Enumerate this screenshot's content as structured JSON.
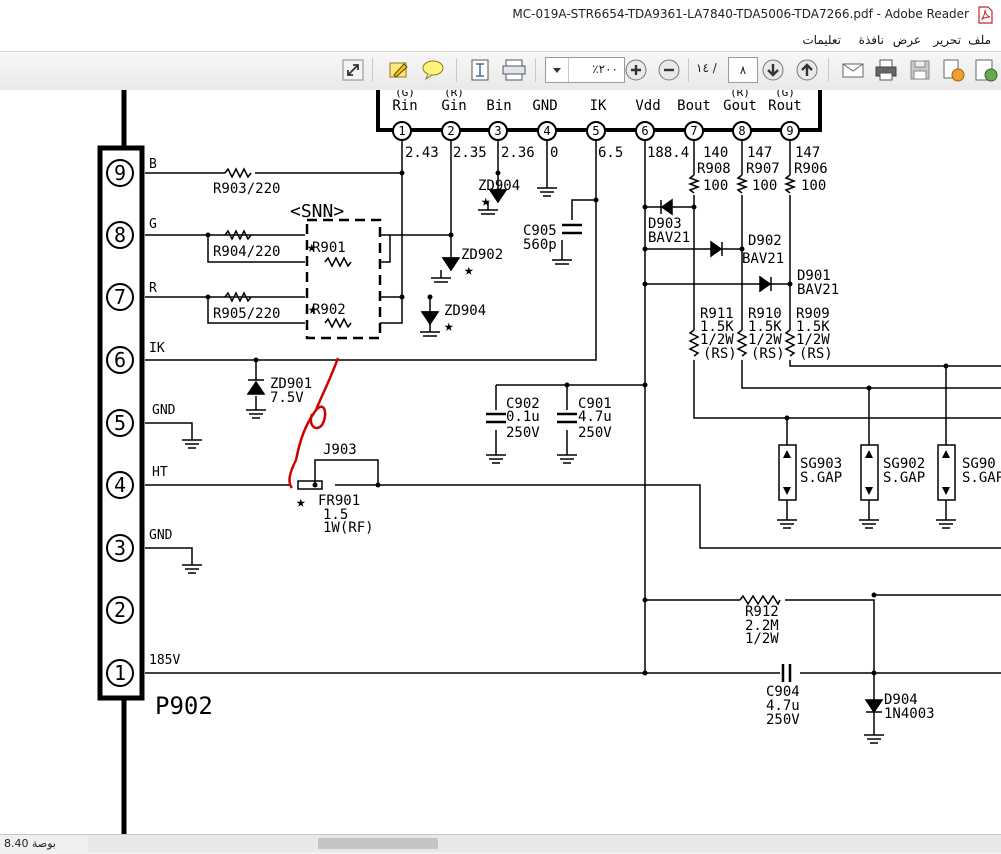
{
  "window": {
    "title": "MC-019A-STR6654-TDA9361-LA7840-TDA5006-TDA7266.pdf - Adobe Reader"
  },
  "menu": {
    "file": "ملف",
    "edit": "تحرير",
    "view": "عرض",
    "window": "نافذة",
    "help": "تعليمات"
  },
  "toolbar": {
    "zoom_value": "٢٠٠٪",
    "page_current": "٨",
    "page_total": "/ ١٤",
    "icons": [
      "expand-icon",
      "highlight-icon",
      "comment-icon",
      "fit-page-icon",
      "fit-width-icon",
      "zoom-dropdown-icon",
      "zoom-in-icon",
      "zoom-out-icon",
      "next-page-icon",
      "previous-page-icon",
      "email-icon",
      "print-icon",
      "save-icon",
      "sign-icon",
      "share-icon"
    ]
  },
  "status": {
    "page_size": "بوصة 8.40"
  },
  "schematic": {
    "connector": {
      "name": "P902",
      "pins": [
        "9",
        "8",
        "7",
        "6",
        "5",
        "4",
        "3",
        "2",
        "1"
      ],
      "signals": [
        "B",
        "G",
        "R",
        "IK",
        "GND",
        "HT",
        "GND",
        "",
        "185V"
      ]
    },
    "ic_pins": [
      {
        "num": "1",
        "label": "Rin",
        "top": "(G)",
        "voltage": "2.43"
      },
      {
        "num": "2",
        "label": "Gin",
        "top": "(R)",
        "voltage": "2.35"
      },
      {
        "num": "3",
        "label": "Bin",
        "top": "",
        "voltage": "2.36"
      },
      {
        "num": "4",
        "label": "GND",
        "top": "",
        "voltage": "0"
      },
      {
        "num": "5",
        "label": "IK",
        "top": "",
        "voltage": "6.5"
      },
      {
        "num": "6",
        "label": "Vdd",
        "top": "",
        "voltage": "188.4"
      },
      {
        "num": "7",
        "label": "Bout",
        "top": "",
        "voltage": "140"
      },
      {
        "num": "8",
        "label": "Gout",
        "top": "(R)",
        "voltage": "147"
      },
      {
        "num": "9",
        "label": "Rout",
        "top": "(G)",
        "voltage": "147"
      }
    ],
    "labels": {
      "r903": "R903/220",
      "r904": "R904/220",
      "r905": "R905/220",
      "snn": "<SNN>",
      "r901": "R901",
      "r902": "R902",
      "zd904a": "ZD904",
      "zd902": "ZD902",
      "zd904b": "ZD904",
      "zd901": "ZD901",
      "zd901_v": "7.5V",
      "c905": "C905",
      "c905_v": "560p",
      "d903": "D903",
      "d903_t": "BAV21",
      "d902": "D902",
      "d902_t": "BAV21",
      "d901": "D901",
      "d901_t": "BAV21",
      "r908": "R908",
      "r908_v": "100",
      "r907": "R907",
      "r907_v": "100",
      "r906": "R906",
      "r906_v": "100",
      "r911": "R911",
      "r910": "R910",
      "r909": "R909",
      "r_val": "1.5K",
      "r_w": "1/2W",
      "r_rs": "(RS)",
      "c902": "C902",
      "c902_v": "0.1u",
      "c902_w": "250V",
      "c901": "C901",
      "c901_v": "4.7u",
      "c901_w": "250V",
      "j903": "J903",
      "fr901": "FR901",
      "fr901_v": "1.5",
      "fr901_w": "1W(RF)",
      "sg903": "SG903",
      "sg902": "SG902",
      "sg90x": "SG90",
      "sgap": "S.GAP",
      "r912": "R912",
      "r912_v": "2.2M",
      "r912_w": "1/2W",
      "c904": "C904",
      "c904_v": "4.7u",
      "c904_w": "250V",
      "d904": "D904",
      "d904_t": "1N4003"
    }
  }
}
